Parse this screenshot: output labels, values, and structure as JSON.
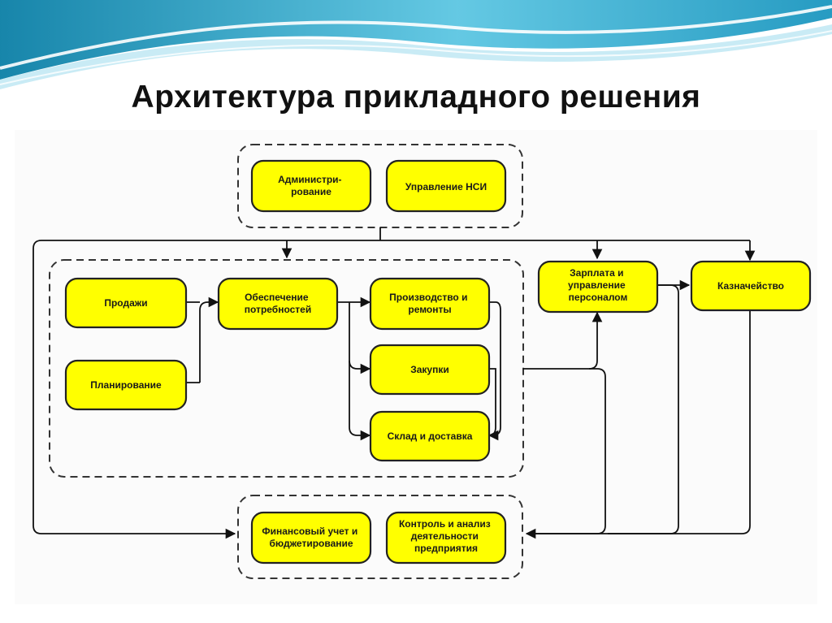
{
  "slide": {
    "title": "Архитектура прикладного решения",
    "header_colors": [
      "#0b7fa6",
      "#56c3e0",
      "#bfe7f3",
      "#ffffff"
    ]
  },
  "diagram": {
    "box_color": "#ffff00",
    "nodes": {
      "admin": [
        "Администри-",
        "рование"
      ],
      "nsi": [
        "Управление НСИ"
      ],
      "sales": [
        "Продажи"
      ],
      "planning": [
        "Планирование"
      ],
      "needs": [
        "Обеспечение",
        "потребностей"
      ],
      "production": [
        "Производство и",
        "ремонты"
      ],
      "purchases": [
        "Закупки"
      ],
      "warehouse": [
        "Склад и доставка"
      ],
      "payroll": [
        "Зарплата и",
        "управление",
        "персоналом"
      ],
      "treasury": [
        "Казначейство"
      ],
      "finance": [
        "Финансовый учет и",
        "бюджетирование"
      ],
      "control": [
        "Контроль и анализ",
        "деятельности",
        "предприятия"
      ]
    }
  }
}
